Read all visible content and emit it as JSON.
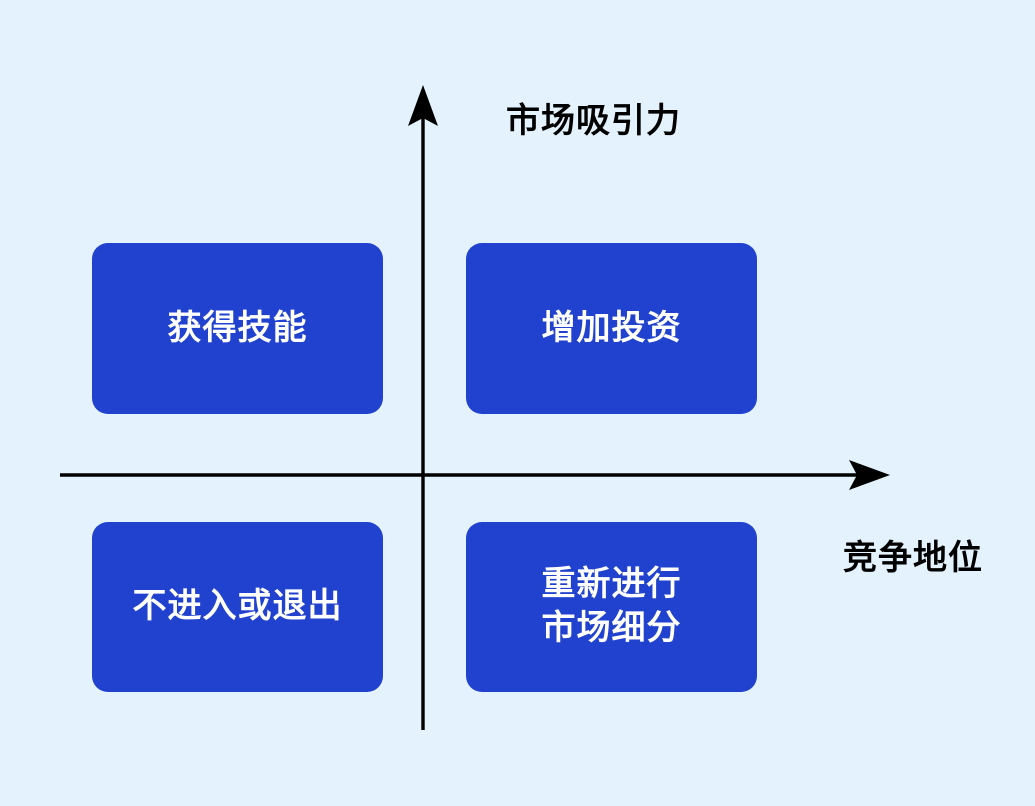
{
  "diagram": {
    "type": "two-by-two-matrix",
    "background_color": "#e3f2fd",
    "box_color": "#2142ce",
    "axis_color": "#000000",
    "box_text_color": "#ffffff",
    "axes": {
      "vertical_label": "市场吸引力",
      "horizontal_label": "竞争地位"
    },
    "quadrants": {
      "top_left": "获得技能",
      "top_right": "增加投资",
      "bottom_left": "不进入或退出",
      "bottom_right": "重新进行\n市场细分"
    }
  }
}
